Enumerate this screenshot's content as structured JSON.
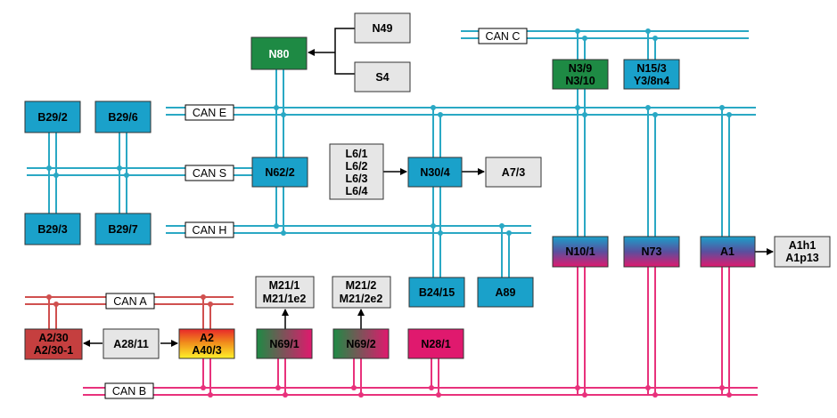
{
  "colors": {
    "can_teal": "#2aa8c4",
    "can_b_pink": "#e8327c",
    "can_a_red": "#d0504f",
    "box_teal": "#1aa1ca",
    "box_gray": "#e6e6e6",
    "green": "#1e8a44",
    "magenta": "#e0196e",
    "purple": "#5a4f9e",
    "dark_red": "#c53f3f",
    "orange": "#f08a1c",
    "yellow": "#fff22a"
  },
  "buses": {
    "can_c": "CAN C",
    "can_e": "CAN E",
    "can_s": "CAN S",
    "can_h": "CAN H",
    "can_a": "CAN A",
    "can_b": "CAN B"
  },
  "modules": {
    "N80": "N80",
    "N49": "N49",
    "S4": "S4",
    "N3_9": [
      "N3/9",
      "N3/10"
    ],
    "N15_3": [
      "N15/3",
      "Y3/8n4"
    ],
    "B29_2": "B29/2",
    "B29_6": "B29/6",
    "B29_3": "B29/3",
    "B29_7": "B29/7",
    "N62_2": "N62/2",
    "L6": [
      "L6/1",
      "L6/2",
      "L6/3",
      "L6/4"
    ],
    "N30_4": "N30/4",
    "A7_3": "A7/3",
    "N10_1": "N10/1",
    "N73": "N73",
    "A1": "A1",
    "A1h1": [
      "A1h1",
      "A1p13"
    ],
    "B24_15": "B24/15",
    "A89": "A89",
    "M21_1": [
      "M21/1",
      "M21/1e2"
    ],
    "M21_2": [
      "M21/2",
      "M21/2e2"
    ],
    "N69_1": "N69/1",
    "N69_2": "N69/2",
    "N28_1": "N28/1",
    "A2_30": [
      "A2/30",
      "A2/30-1"
    ],
    "A28_11": "A28/11",
    "A2": [
      "A2",
      "A40/3"
    ]
  }
}
